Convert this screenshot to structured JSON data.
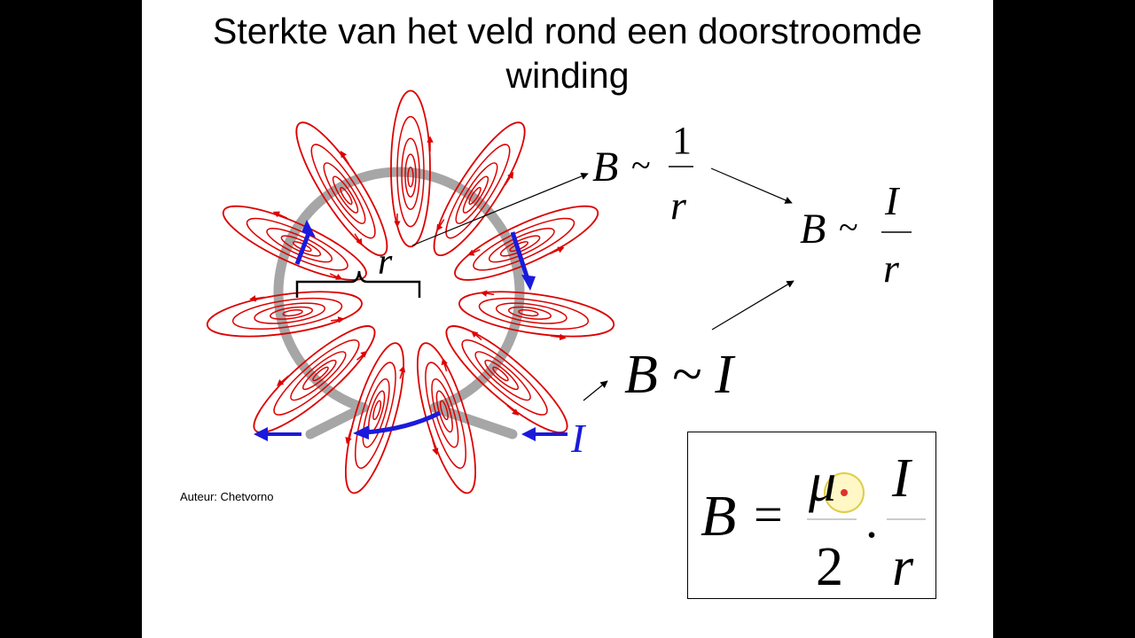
{
  "slide": {
    "title_line1": "Sterkte van het veld rond een doorstroomde",
    "title_line2": "winding",
    "author": "Auteur: Chetvorno"
  },
  "diagram": {
    "radius_label": "r",
    "current_label": "I",
    "field_color": "#dd0000",
    "wire_color": "#a6a6a6",
    "current_color": "#1a1adc"
  },
  "equations": {
    "inverse_r": {
      "lhs": "B",
      "sim": "~",
      "num": "1",
      "den": "r"
    },
    "combined": {
      "lhs": "B",
      "sim": "~",
      "num": "I",
      "den": "r"
    },
    "current": {
      "text": "B ~ I"
    },
    "final": {
      "lhs": "B",
      "eq": "=",
      "mu": "μ",
      "two": "2",
      "dot": ".",
      "num": "I",
      "den": "r"
    }
  }
}
